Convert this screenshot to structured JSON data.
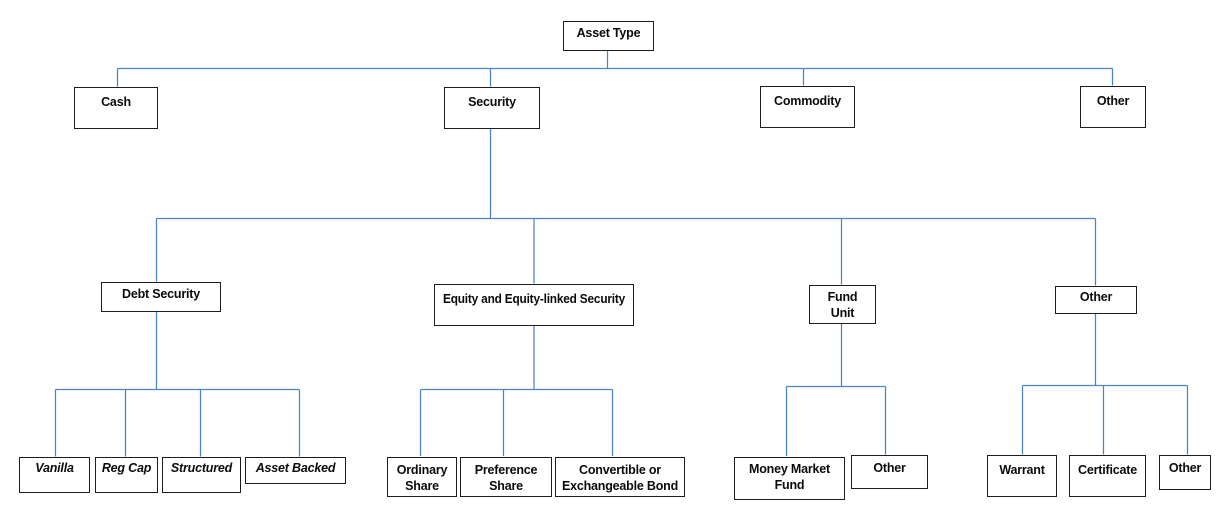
{
  "diagram_title": "Asset Type",
  "colors": {
    "background": "#ffffff",
    "connector": "#4a84c4",
    "box_border": "#1d1d1d",
    "box_fill": "#ffffff",
    "text": "#0b0b0b"
  },
  "tree": {
    "label": "Asset Type",
    "children": [
      {
        "label": "Cash",
        "children": []
      },
      {
        "label": "Security",
        "children": [
          {
            "label": "Debt Security",
            "children": [
              {
                "label": "Vanilla"
              },
              {
                "label": "Reg Cap"
              },
              {
                "label": "Structured"
              },
              {
                "label": "Asset Backed"
              }
            ]
          },
          {
            "label": "Equity and Equity-linked Security",
            "children": [
              {
                "label": "Ordinary Share"
              },
              {
                "label": "Preference Share"
              },
              {
                "label": "Convertible or Exchangeable Bond"
              }
            ]
          },
          {
            "label": "Fund Unit",
            "children": [
              {
                "label": "Money Market Fund"
              },
              {
                "label": "Other"
              }
            ]
          },
          {
            "label": "Other",
            "children": [
              {
                "label": "Warrant"
              },
              {
                "label": "Certificate"
              },
              {
                "label": "Other"
              }
            ]
          }
        ]
      },
      {
        "label": "Commodity",
        "children": []
      },
      {
        "label": "Other",
        "children": []
      }
    ]
  }
}
